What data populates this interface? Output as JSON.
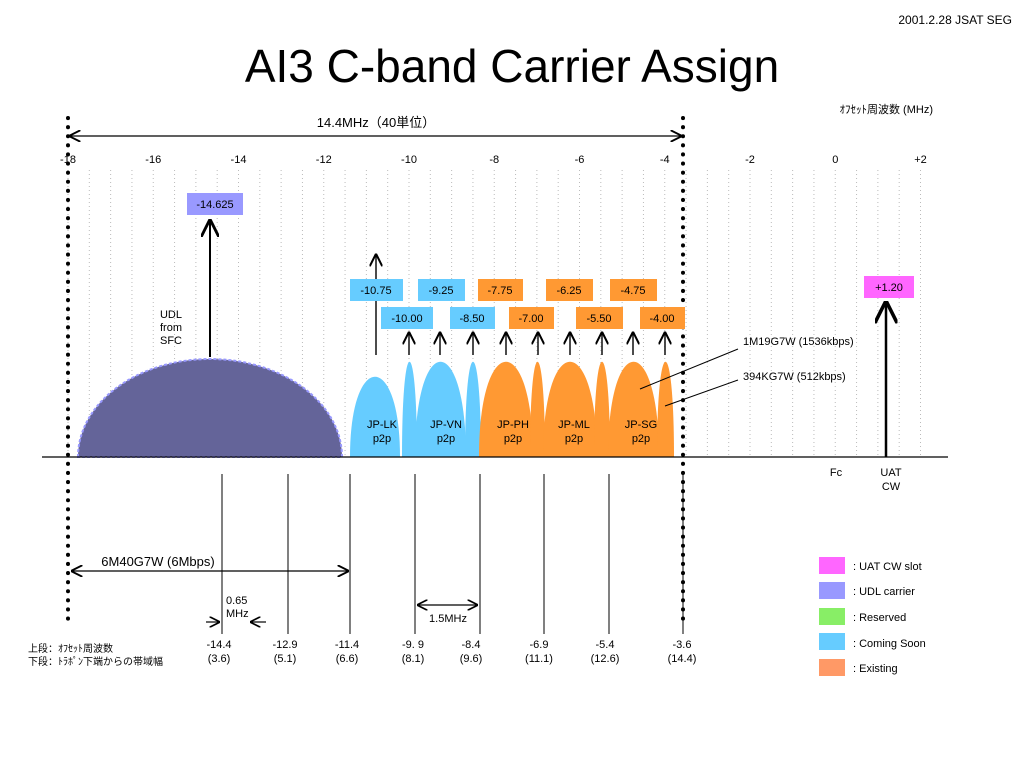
{
  "header": {
    "date": "2001.2.28  JSAT SEG",
    "title": "AI3 C-band Carrier Assign"
  },
  "axis": {
    "unit_label": "ｵﾌｾｯﾄ周波数  (MHz)",
    "ticks": [
      "-18",
      "-16",
      "-14",
      "-12",
      "-10",
      "-8",
      "-6",
      "-4",
      "-2",
      "0",
      "+2"
    ],
    "fc_label": "Fc"
  },
  "span": {
    "label": "14.4MHz（40単位）"
  },
  "udl": {
    "label_lines": [
      "UDL",
      "from",
      "SFC"
    ],
    "freq": "-14.625",
    "bandwidth_label": "6M40G7W  (6Mbps)",
    "guard_label_lines": [
      "0.65",
      "MHz"
    ]
  },
  "uat": {
    "freq": "+1.20",
    "label_lines": [
      "UAT",
      "CW"
    ]
  },
  "carriers": {
    "upper_freqs": [
      "-10.75",
      "-9.25",
      "-7.75",
      "-6.25",
      "-4.75"
    ],
    "lower_freqs": [
      "-10.00",
      "-8.50",
      "-7.00",
      "-5.50",
      "-4.00"
    ],
    "groups": [
      {
        "name": "JP-LK",
        "mode": "p2p"
      },
      {
        "name": "JP-VN",
        "mode": "p2p"
      },
      {
        "name": "JP-PH",
        "mode": "p2p"
      },
      {
        "name": "JP-ML",
        "mode": "p2p"
      },
      {
        "name": "JP-SG",
        "mode": "p2p"
      }
    ],
    "emission_wide": "1M19G7W (1536kbps)",
    "emission_narrow": "394KG7W (512kbps)",
    "spacing_label": "1.5MHz"
  },
  "bottom": {
    "row_label_upper": "上段：ｵﾌｾｯﾄ周波数",
    "row_label_lower": "下段：ﾄﾗﾎﾟﾝ下端からの帯域幅",
    "columns": [
      {
        "offset": "-14.4",
        "bandwidth": "(3.6)"
      },
      {
        "offset": "-12.9",
        "bandwidth": "(5.1)"
      },
      {
        "offset": "-11.4",
        "bandwidth": "(6.6)"
      },
      {
        "offset": "-9. 9",
        "bandwidth": "(8.1)"
      },
      {
        "offset": "-8.4",
        "bandwidth": "(9.6)"
      },
      {
        "offset": "-6.9",
        "bandwidth": "(11.1)"
      },
      {
        "offset": "-5.4",
        "bandwidth": "(12.6)"
      },
      {
        "offset": "-3.6",
        "bandwidth": "(14.4)"
      }
    ]
  },
  "legend": [
    {
      "label": ": UAT CW slot",
      "color": "#ff66ff"
    },
    {
      "label": ": UDL carrier",
      "color": "#9999ff"
    },
    {
      "label": ": Reserved",
      "color": "#88ee66"
    },
    {
      "label": ": Coming Soon",
      "color": "#66ccff"
    },
    {
      "label": ": Existing",
      "color": "#ff9966"
    }
  ],
  "colors": {
    "udl_fill": "#646499",
    "udl_box": "#9999ff",
    "coming_soon": "#66ccff",
    "existing": "#ff9933",
    "uat_box": "#ff66ff"
  }
}
